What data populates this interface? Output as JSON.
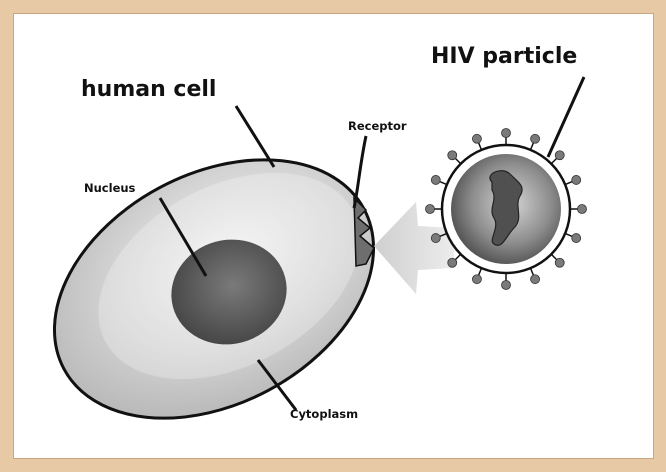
{
  "diagram": {
    "labels": {
      "human_cell": "human cell",
      "hiv_particle": "HIV particle",
      "receptor": "Receptor",
      "nucleus": "Nucleus",
      "cytoplasm": "Cytoplasm"
    },
    "colors": {
      "frame": "#e8c9a5",
      "panel": "#ffffff",
      "arrow": "#d9d9d9",
      "spike": "#7a7a7a"
    }
  }
}
